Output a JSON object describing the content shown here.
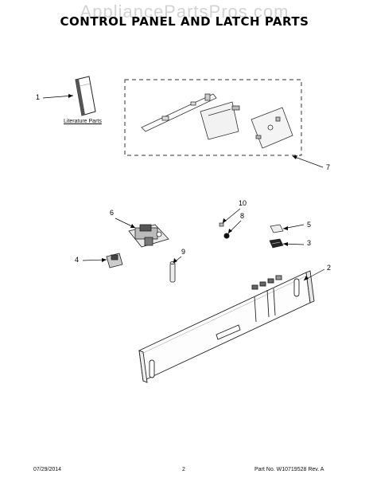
{
  "watermark": "AppliancePartsPros.com",
  "title": "CONTROL PANEL AND LATCH PARTS",
  "literature_label": "Literature Parts",
  "callouts": {
    "c1": "1",
    "c2": "2",
    "c3": "3",
    "c4": "4",
    "c5": "5",
    "c6": "6",
    "c7": "7",
    "c8": "8",
    "c9": "9",
    "c10": "10"
  },
  "footer": {
    "date": "07/29/2014",
    "page": "2",
    "part_no": "Part No.  W10719528  Rev. A"
  }
}
